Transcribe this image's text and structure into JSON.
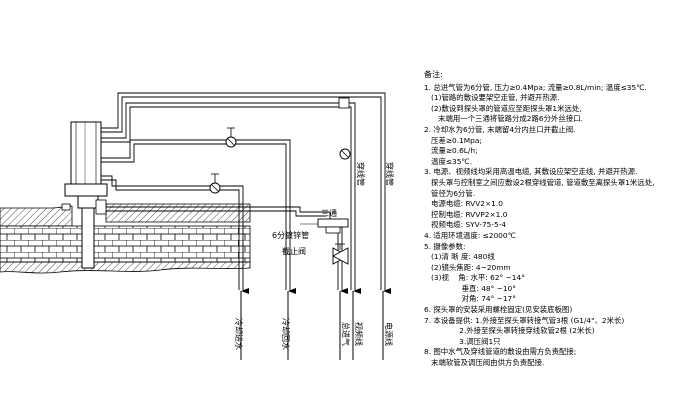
{
  "diagram": {
    "pipe_labels": {
      "gas_pipe_6": "穿线管",
      "cable_pipe": "穿线管",
      "tee": "三通",
      "valve_caption_line1": "6分镀锌管",
      "valve_caption_line2": "截止阀"
    },
    "bottom_labels": {
      "cool_in": "冷却进水",
      "cool_out": "冷却回水",
      "gas_in": "总进气",
      "video": "视频线",
      "power": "电源线"
    }
  },
  "notes": {
    "title": "备注:",
    "lines": [
      "1. 总进气管为6分管, 压力≥0.4Mpa; 流量≥0.8L/min; 温度≤35℃.",
      "   (1)管路的敷设要架空走管, 并避开热源.",
      "   (2)敷设到探头罩的管道应至距探头罩1米远处,",
      "      末端用一个三通将管路分成2路6分外丝接口.",
      "2. 冷却水为6分管, 末端留4分内丝口并截止阀.",
      "   压差≥0.1Mpa;",
      "   流量≥0.6L/h;",
      "   温度≤35℃.",
      "3. 电源、视频线均采用高温电缆, 其敷设应架空走线, 并避开热源.",
      "   探头罩与控制室之间应敷设2根穿线管道, 管道敷至离探头罩1米远处,",
      "   管径为6分管.",
      "   电源电缆: RVV2×1.0",
      "   控制电缆: RVVP2×1.0",
      "   视频电缆: SYV-75-5-4",
      "4. 适用环境温度: ≤2000℃",
      "5. 摄像参数:",
      "   (1)清 晰 度: 480线",
      "   (2)镜头焦距: 4~20mm",
      "   (3)视    角: 水平: 62° ~14°",
      "                垂直: 48° ~10°",
      "                对角: 74° ~17°",
      "6. 探头罩的安装采用螺栓固定(见安装底板图)",
      "7. 本设备提供: 1.外接至探头罩转接气管3根 (G1/4\"、2米长)",
      "               2.外接至探头罩转接穿线软管2根 (2米长)",
      "               3.调压阀1只",
      "8. 图中水气及穿线管道的敷设由需方负责配接;",
      "   末端软管及调压阀由供方负责配接."
    ]
  }
}
